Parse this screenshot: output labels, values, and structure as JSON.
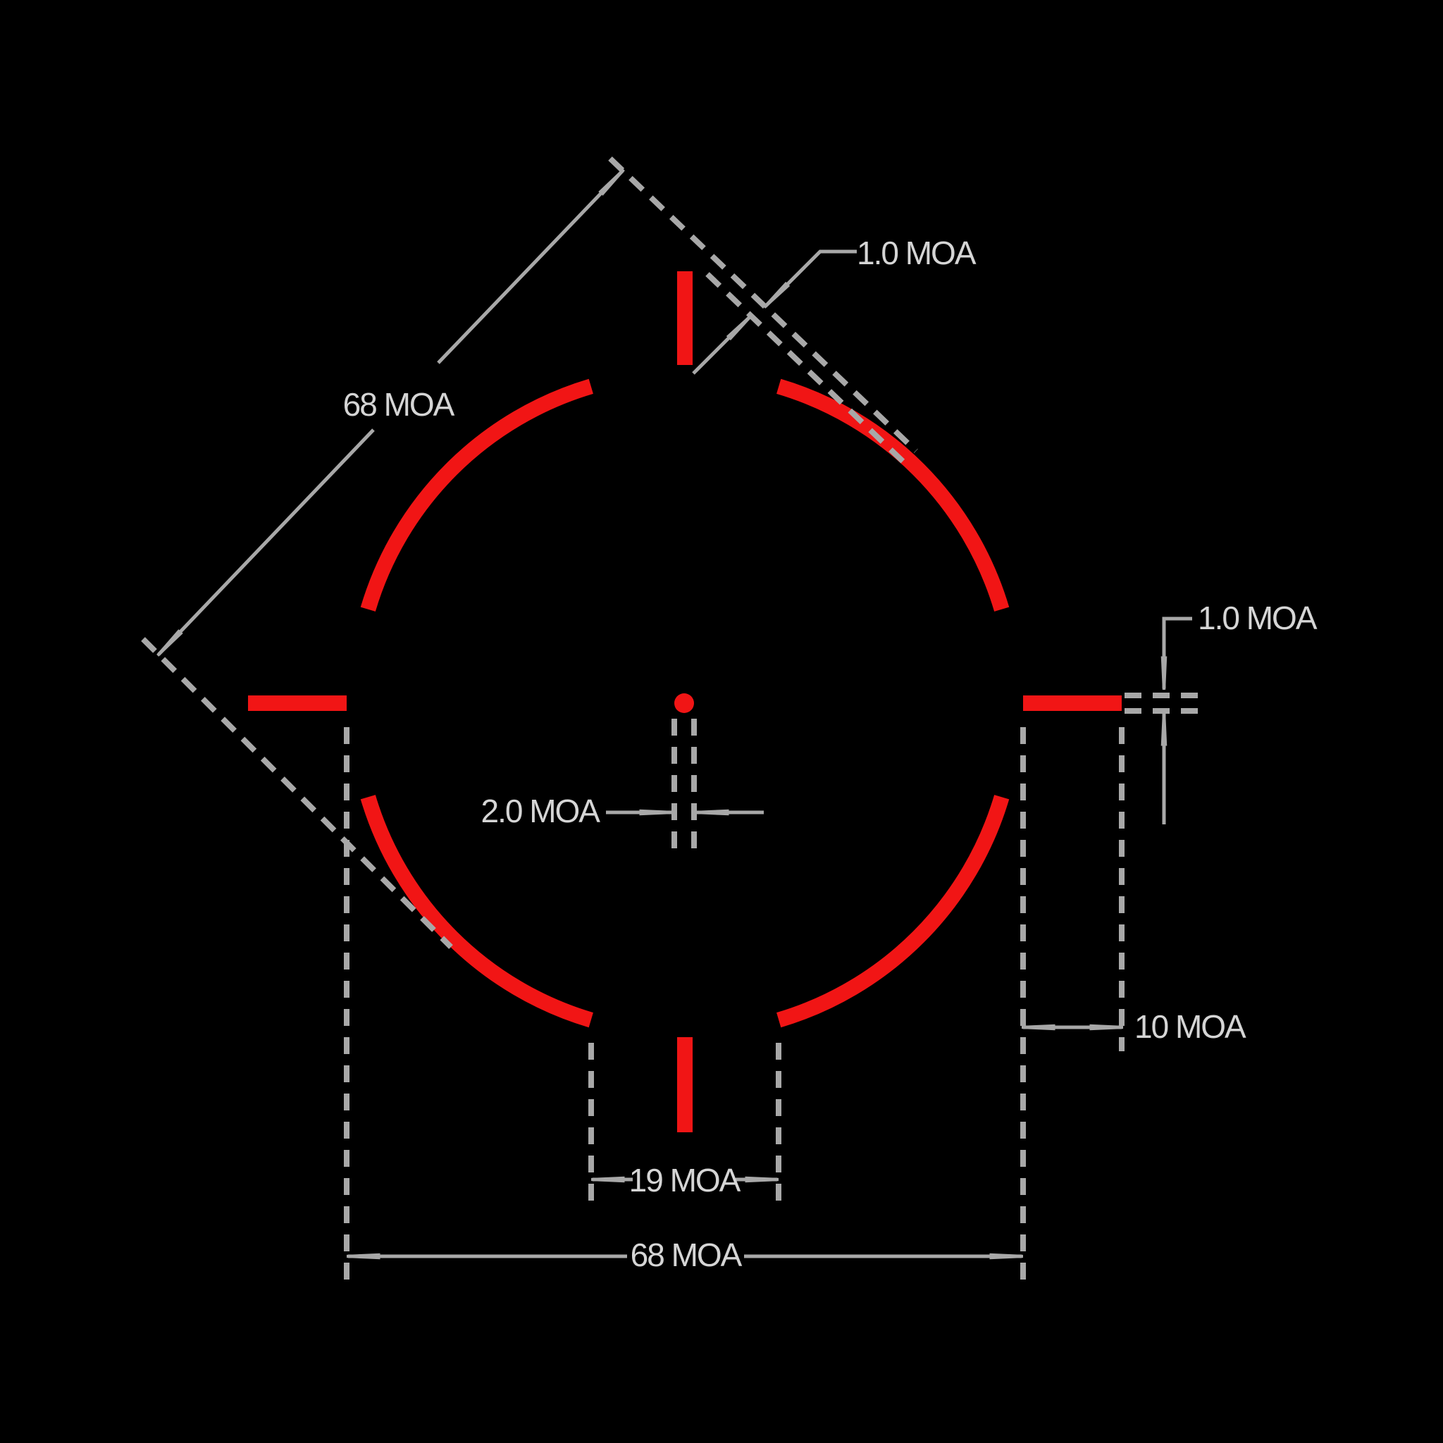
{
  "diagram": {
    "type": "reticle-dimension-drawing",
    "description": "Segmented-circle red dot reticle with MOA dimension callouts",
    "background_color": "#000000",
    "colors": {
      "reticle_red": "#f11515",
      "dimension_gray": "#a8a8a8",
      "label_gray": "#d5d5d5"
    },
    "labels": {
      "circle_line_thickness": "1.0 MOA",
      "diagonal_diameter": "68 MOA",
      "tick_thickness": "1.0 MOA",
      "center_dot_diameter": "2.0 MOA",
      "tick_length": "10 MOA",
      "bottom_gap_width": "19 MOA",
      "circle_diameter": "68 MOA"
    },
    "reticle": {
      "segments": "4 arcs with gaps at 12, 3, 6 and 9 o'clock",
      "ticks": "4 radial ticks (top, bottom, left, right) plus center dot"
    }
  }
}
